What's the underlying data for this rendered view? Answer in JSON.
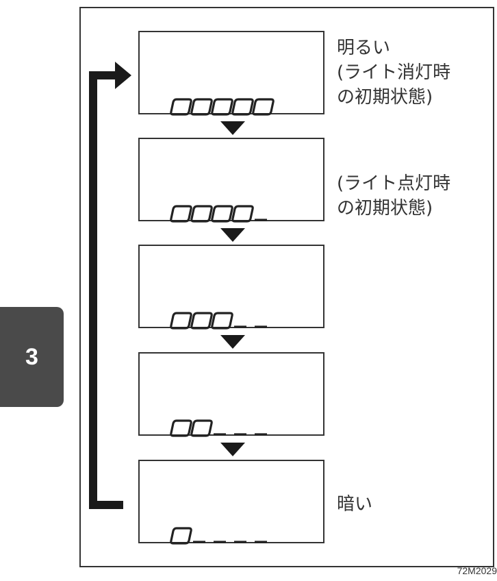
{
  "chapter_tab": "3",
  "screens": [
    {
      "lit_segments": 5,
      "label": "明るい\n(ライト消灯時\nの初期状態)"
    },
    {
      "lit_segments": 4,
      "label": "(ライト点灯時\nの初期状態)"
    },
    {
      "lit_segments": 3,
      "label": ""
    },
    {
      "lit_segments": 2,
      "label": ""
    },
    {
      "lit_segments": 1,
      "label": "暗い"
    }
  ],
  "total_segments": 5,
  "figure_code": "72M2029",
  "colors": {
    "line": "#222222",
    "tab": "#4a4a4a"
  }
}
